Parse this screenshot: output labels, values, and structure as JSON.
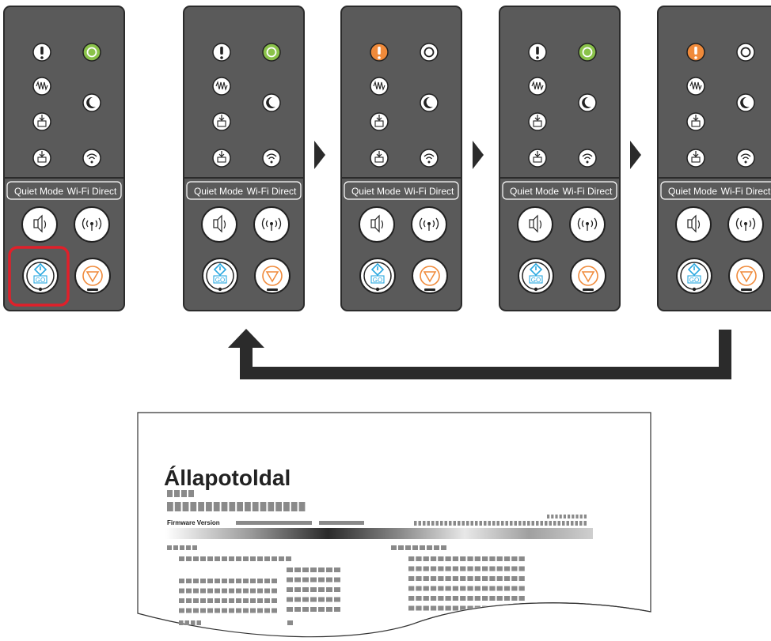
{
  "panel": {
    "quiet_mode_label": "Quiet Mode",
    "wifi_direct_label": "Wi-Fi Direct",
    "go_label": "GO"
  },
  "panels": [
    {
      "state": "initial",
      "attention": "off",
      "ready": "green",
      "highlight_go": true
    },
    {
      "state": "step-1",
      "attention": "off",
      "ready": "green",
      "highlight_go": false
    },
    {
      "state": "step-2",
      "attention": "orange",
      "ready": "off",
      "highlight_go": false
    },
    {
      "state": "step-3",
      "attention": "off",
      "ready": "green",
      "highlight_go": false
    },
    {
      "state": "step-4",
      "attention": "orange",
      "ready": "off",
      "highlight_go": false
    }
  ],
  "colors": {
    "panel_bg": "#5a5a5a",
    "panel_border": "#2b2b2b",
    "ready_green": "#8ac24a",
    "attention_orange": "#f08a3a",
    "go_blue": "#2aa8e0",
    "stop_orange": "#f08a3a",
    "highlight_red": "#e0202a",
    "arrow": "#2b2b2b"
  },
  "printout": {
    "title": "Állapotoldal",
    "firmware_label": "Firmware Version"
  }
}
